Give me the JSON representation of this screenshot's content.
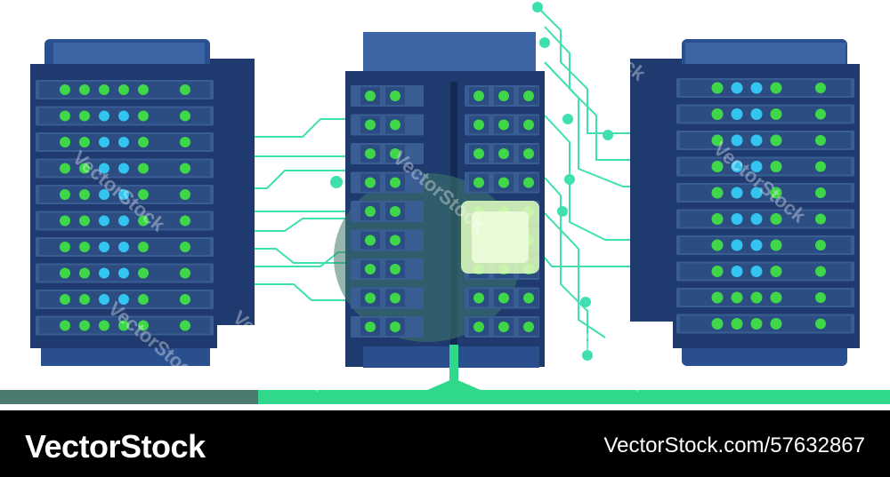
{
  "footer": {
    "brand": "VectorStock",
    "stock_id": "VectorStock.com/57632867"
  },
  "watermark_text": "VectorStock",
  "colors": {
    "rack_dark": "#1e3a6e",
    "rack_mid": "#2a4f8e",
    "rack_light": "#5a7fb8",
    "led_green": "#3fd64a",
    "led_cyan": "#33c4f0",
    "circuit": "#3ee0b0",
    "floor_green": "#2fd88a",
    "floor_gray": "#4a7a70"
  }
}
